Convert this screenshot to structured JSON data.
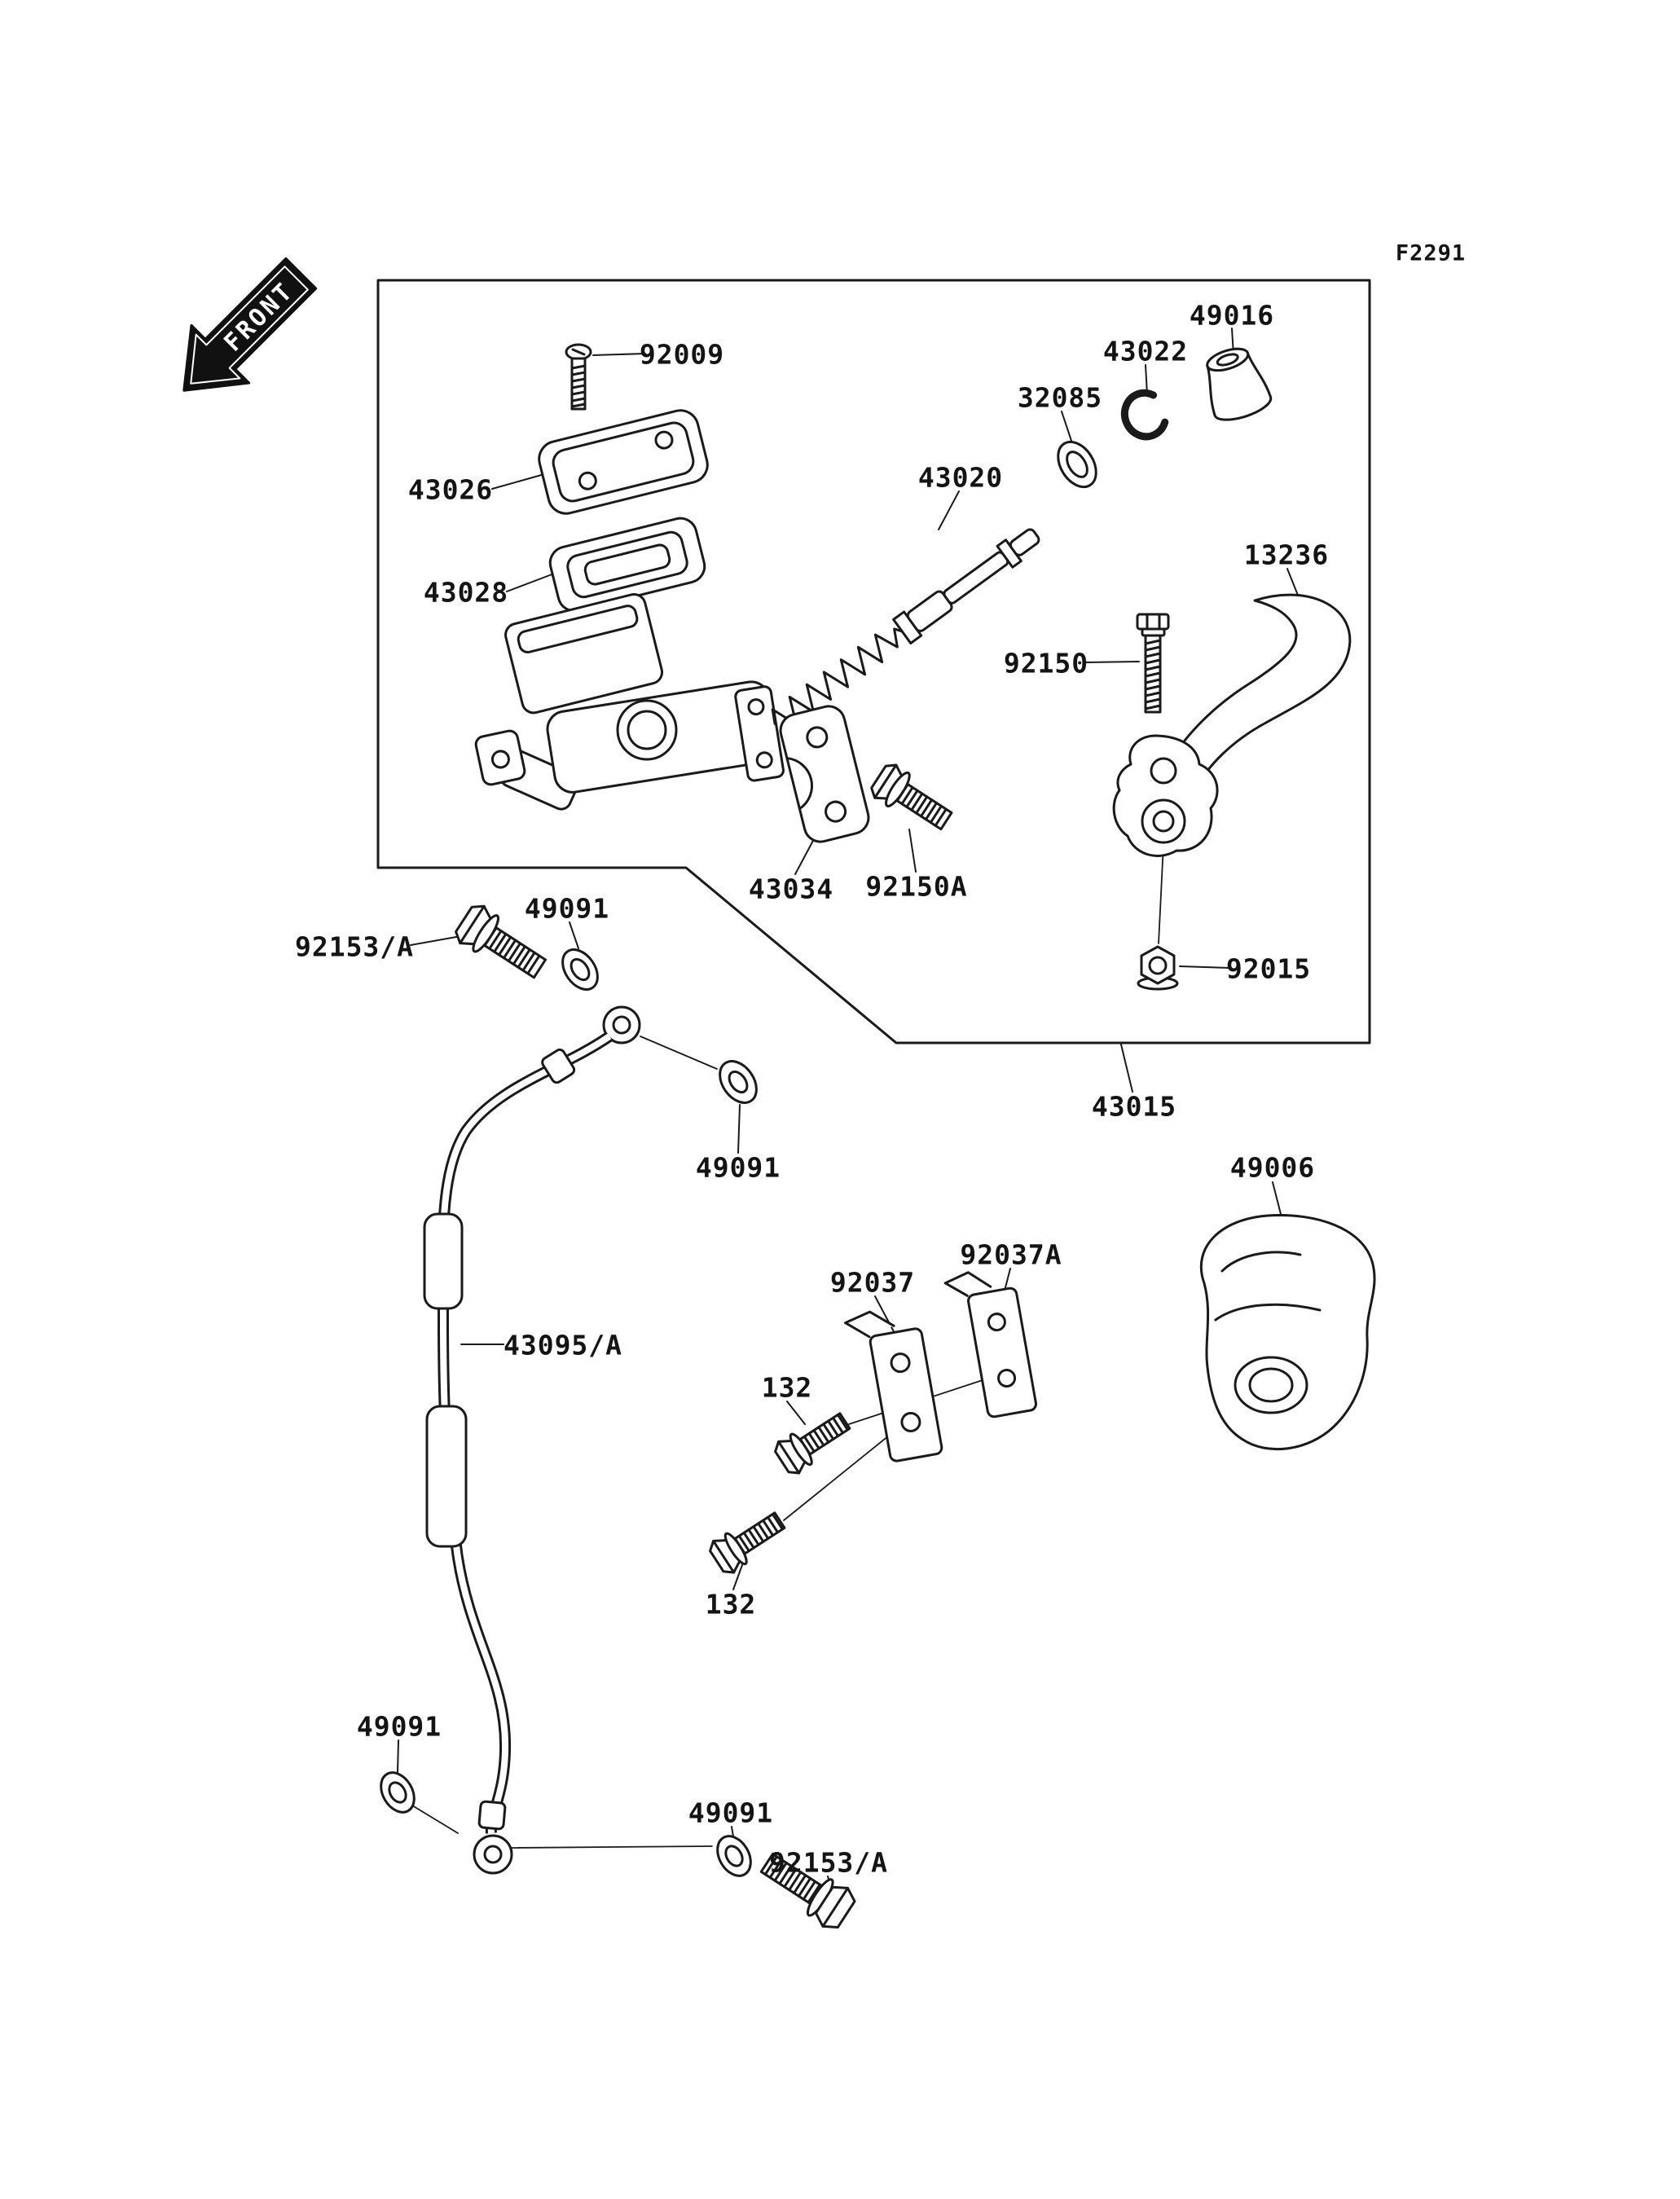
{
  "figure": {
    "code": "F2291",
    "front_label": "FRONT"
  },
  "parts": [
    {
      "key": "92009",
      "label": "92009"
    },
    {
      "key": "49016",
      "label": "49016"
    },
    {
      "key": "43022",
      "label": "43022"
    },
    {
      "key": "32085",
      "label": "32085"
    },
    {
      "key": "43020",
      "label": "43020"
    },
    {
      "key": "43026",
      "label": "43026"
    },
    {
      "key": "13236",
      "label": "13236"
    },
    {
      "key": "43028",
      "label": "43028"
    },
    {
      "key": "92150",
      "label": "92150"
    },
    {
      "key": "92153A-1",
      "label": "92153/A"
    },
    {
      "key": "49091-1",
      "label": "49091"
    },
    {
      "key": "43034",
      "label": "43034"
    },
    {
      "key": "92150A",
      "label": "92150A"
    },
    {
      "key": "92015",
      "label": "92015"
    },
    {
      "key": "43015",
      "label": "43015"
    },
    {
      "key": "49091-2",
      "label": "49091"
    },
    {
      "key": "49006",
      "label": "49006"
    },
    {
      "key": "92037A",
      "label": "92037A"
    },
    {
      "key": "92037",
      "label": "92037"
    },
    {
      "key": "43095A",
      "label": "43095/A"
    },
    {
      "key": "132-1",
      "label": "132"
    },
    {
      "key": "132-2",
      "label": "132"
    },
    {
      "key": "49091-3",
      "label": "49091"
    },
    {
      "key": "49091-4",
      "label": "49091"
    },
    {
      "key": "92153A-2",
      "label": "92153/A"
    }
  ]
}
